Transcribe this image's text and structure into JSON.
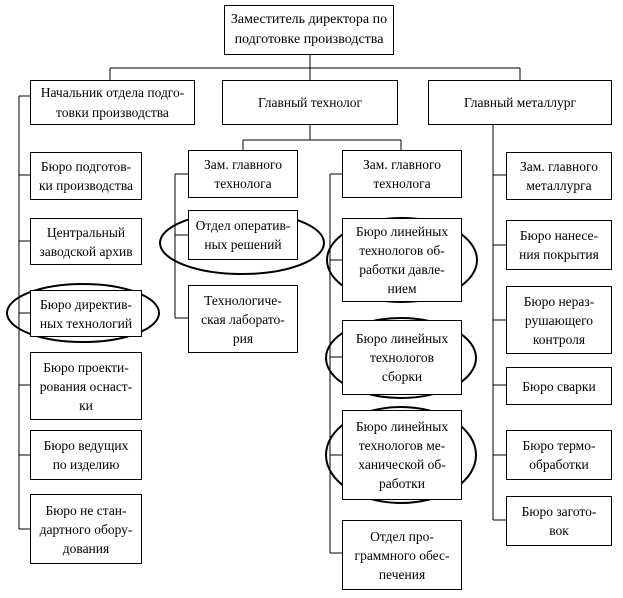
{
  "top": "Заместитель директора по\nподготовке производства",
  "heads": {
    "h1": "Начальник отдела подго-\nтовки производства",
    "h2": "Главный технолог",
    "h3": "Главный металлург"
  },
  "col1": [
    "Бюро подготов-\nки производства",
    "Центральный\nзаводской архив",
    "Бюро директив-\nных технологий",
    "Бюро проекти-\nрования оснаст-\nки",
    "Бюро ведущих\nпо изделию",
    "Бюро не стан-\nдартного обору-\nдования"
  ],
  "col2": [
    "Зам. главного\nтехнолога",
    "Отдел оператив-\nных решений",
    "Технологиче-\nская лаборато-\nрия"
  ],
  "col3": [
    "Зам. главного\nтехнолога",
    "Бюро линейных\nтехнологов об-\nработки давле-\nнием",
    "Бюро линейных\nтехнологов\nсборки",
    "Бюро линейных\nтехнологов ме-\nханической об-\nработки",
    "Отдел про-\nграммного обес-\nпечения"
  ],
  "col4": [
    "Зам. главного\nметаллурга",
    "Бюро нанесе-\nния покрытия",
    "Бюро нераз-\nрушающего\nконтроля",
    "Бюро сварки",
    "Бюро термо-\nобработки",
    "Бюро загото-\nвок"
  ]
}
